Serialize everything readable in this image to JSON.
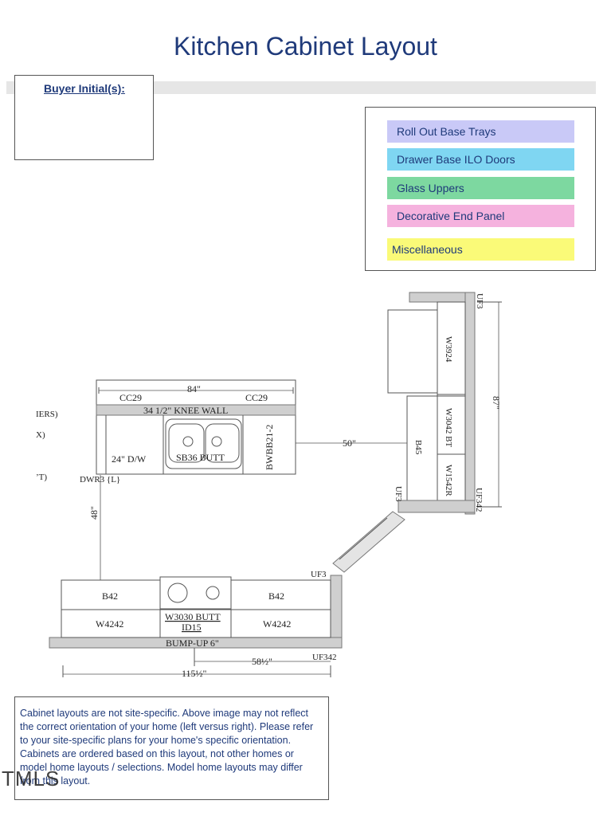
{
  "title": "Kitchen Cabinet Layout",
  "buyer_initials_label": "Buyer Initial(s):",
  "legend": [
    {
      "label": "Roll Out Base Trays",
      "color": "#c9c9f7"
    },
    {
      "label": "Drawer Base ILO Doors",
      "color": "#7fd6f2"
    },
    {
      "label": "Glass Uppers",
      "color": "#7dd8a0"
    },
    {
      "label": "Decorative End Panel",
      "color": "#f5b2de"
    },
    {
      "label": "Miscellaneous",
      "color": "#fafa78"
    }
  ],
  "plan": {
    "island": {
      "width_dim": "84\"",
      "cc29_left": "CC29",
      "cc29_right": "CC29",
      "knee_wall": "34 1/2\" KNEE WALL",
      "dishwasher": "24\" D/W",
      "sink": "SB36 BUTT",
      "bwbb": "BWBB21-2",
      "dwr": "DWR3 {L}"
    },
    "right_wall": {
      "uf3_top": "UF3",
      "w3924": "W3924",
      "w3042": "W3042 BT",
      "b45": "B45",
      "w1542": "W1542R",
      "uf3_bottom": "UF3",
      "uf342": "UF342",
      "height_dim": "87\""
    },
    "gap_dim": "50\"",
    "aisle_dim": "48\"",
    "bottom_wall": {
      "uf3": "UF3",
      "b42_left": "B42",
      "b42_right": "B42",
      "w4242_left": "W4242",
      "w4242_right": "W4242",
      "center_cab": "W3030 BUTT",
      "center_cab_2": "ID15",
      "bump_up": "BUMP-UP 6\"",
      "uf342": "UF342",
      "dim_half": "58½\"",
      "dim_total": "115½\""
    },
    "left_partial": [
      "IERS)",
      "X)",
      "’T)"
    ]
  },
  "note": "Cabinet layouts are not site-specific. Above image may not reflect the correct orientation of your home (left versus right). Please refer to your site-specific plans for your home's specific orientation. Cabinets are ordered based on this layout, not other homes or model home layouts / selections. Model home layouts may differ from this layout.",
  "watermark": "TMLS"
}
